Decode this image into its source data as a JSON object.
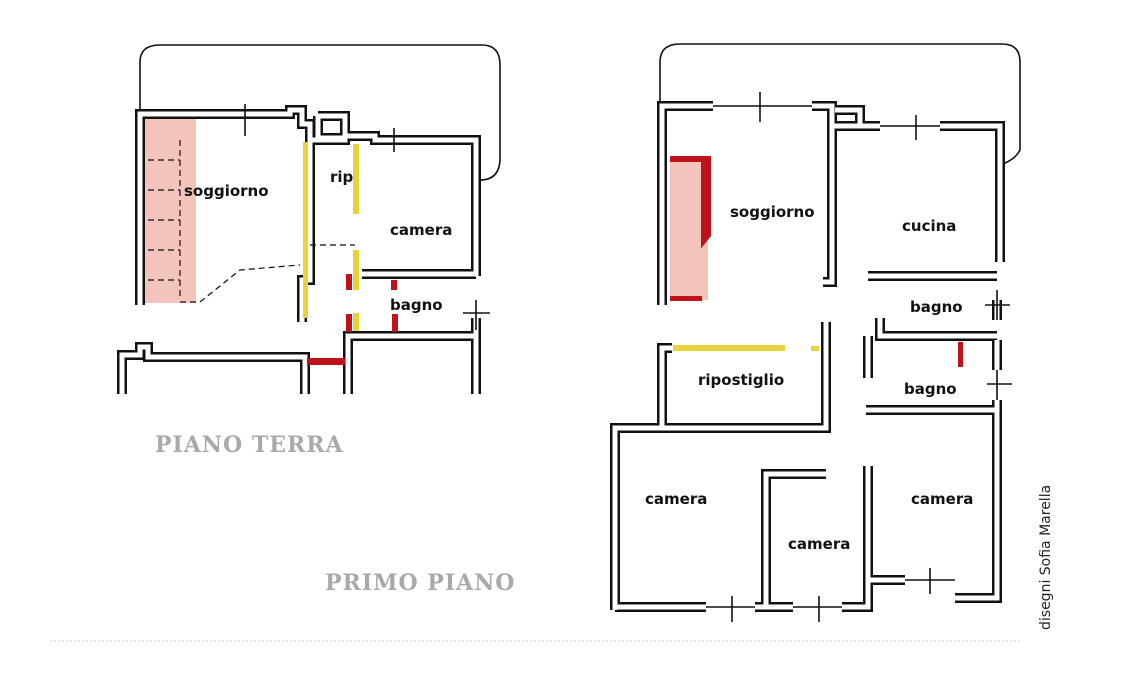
{
  "plans": {
    "ground": {
      "title": "PIANO TERRA",
      "rooms": {
        "living": "soggiorno",
        "storage": "rip",
        "bedroom": "camera",
        "bathroom": "bagno"
      }
    },
    "first": {
      "title": "PRIMO PIANO",
      "rooms": {
        "living": "soggiorno",
        "kitchen": "cucina",
        "bathroom1": "bagno",
        "bathroom2": "bagno",
        "storage": "ripostiglio",
        "bedroom1": "camera",
        "bedroom2": "camera",
        "bedroom3": "camera"
      }
    }
  },
  "credit": "disegni Sofia Marella",
  "colors": {
    "wall": "#111111",
    "stairs": "#f2c4bc",
    "new_wall": "#e8d43a",
    "demolished": "#c0121a",
    "title": "#a7a9ad"
  }
}
